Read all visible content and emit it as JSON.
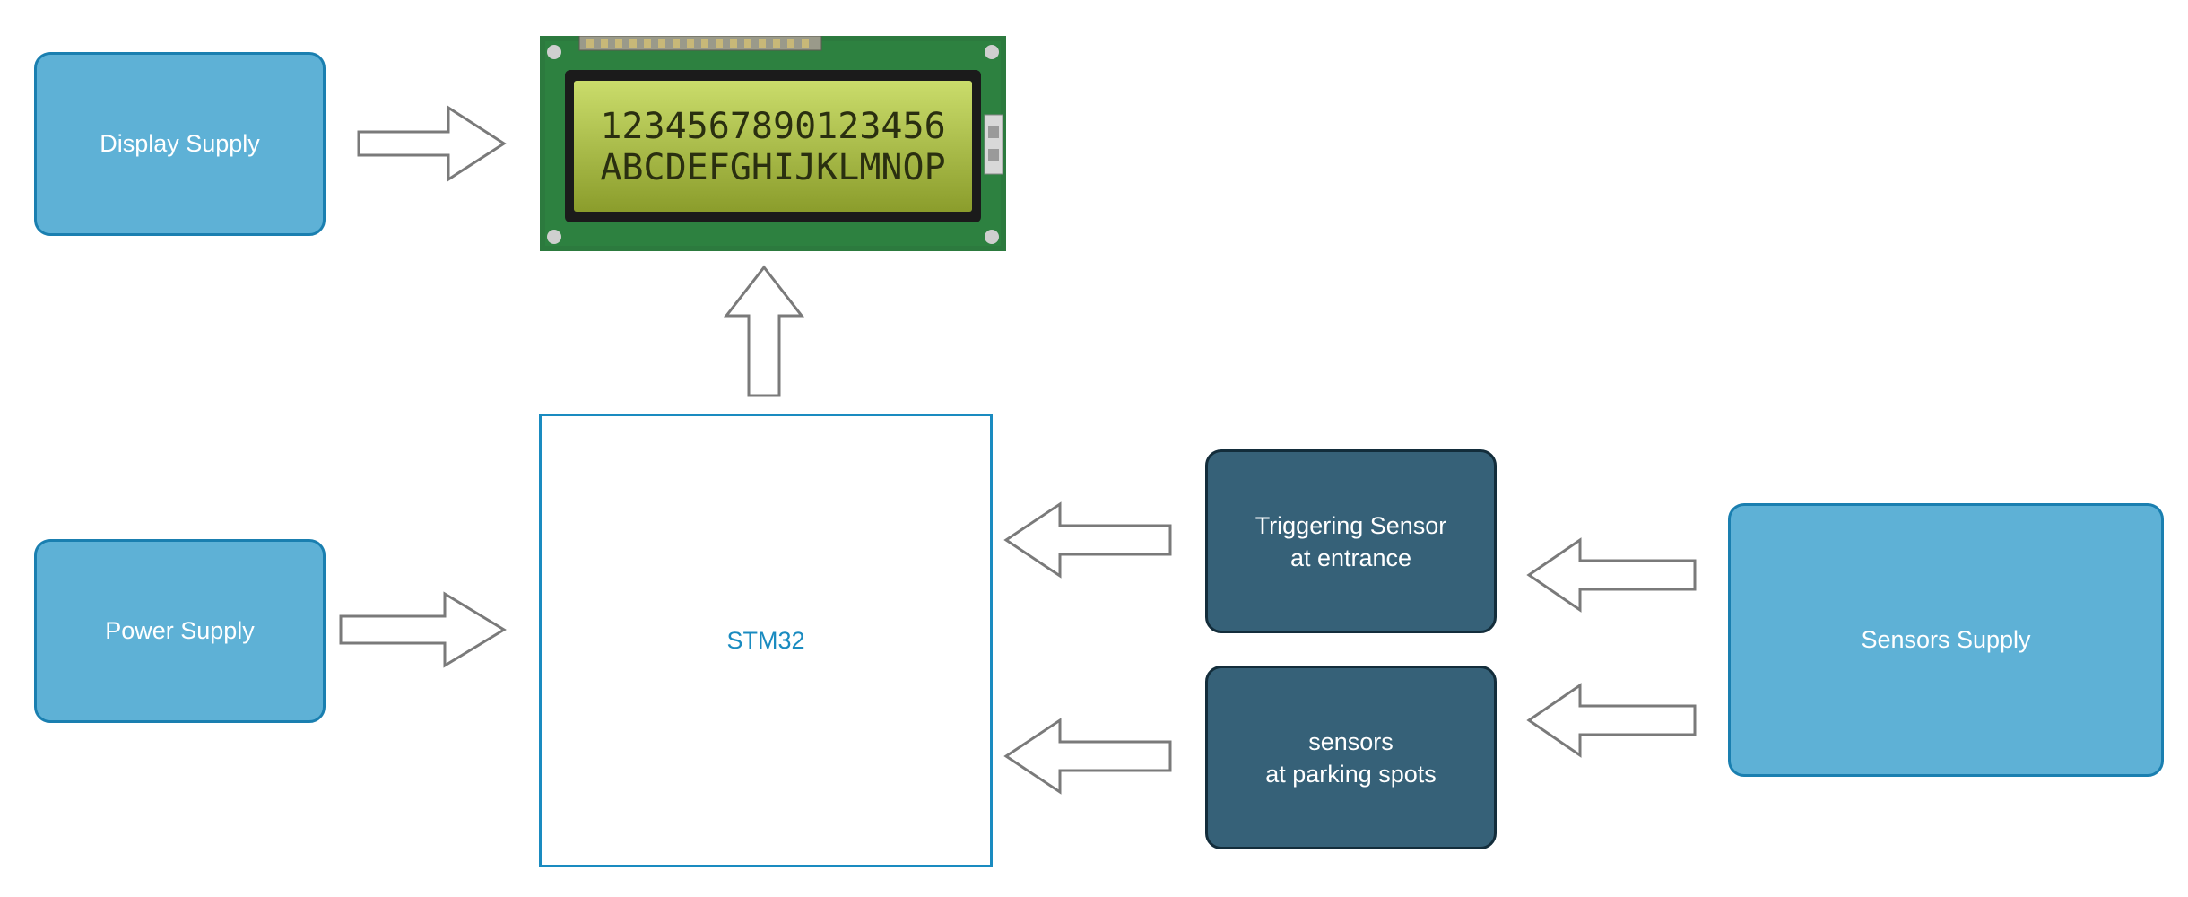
{
  "blocks": {
    "display_supply": "Display Supply",
    "power_supply": "Power Supply",
    "stm32": "STM32",
    "triggering_sensor": "Triggering Sensor\nat entrance",
    "parking_sensors": "sensors\nat parking spots",
    "sensors_supply": "Sensors Supply"
  },
  "lcd": {
    "line1": "1234567890123456",
    "line2": "ABCDEFGHIJKLMNOP"
  },
  "colors": {
    "supply_fill": "#5eb1d6",
    "supply_border": "#1a7fb0",
    "sensor_fill": "#366178",
    "sensor_border": "#132d3b",
    "mcu_border": "#1a8bc0",
    "arrow_stroke": "#7a7a7a",
    "lcd_screen": "#b9d13a",
    "pcb": "#2c7a3e"
  }
}
